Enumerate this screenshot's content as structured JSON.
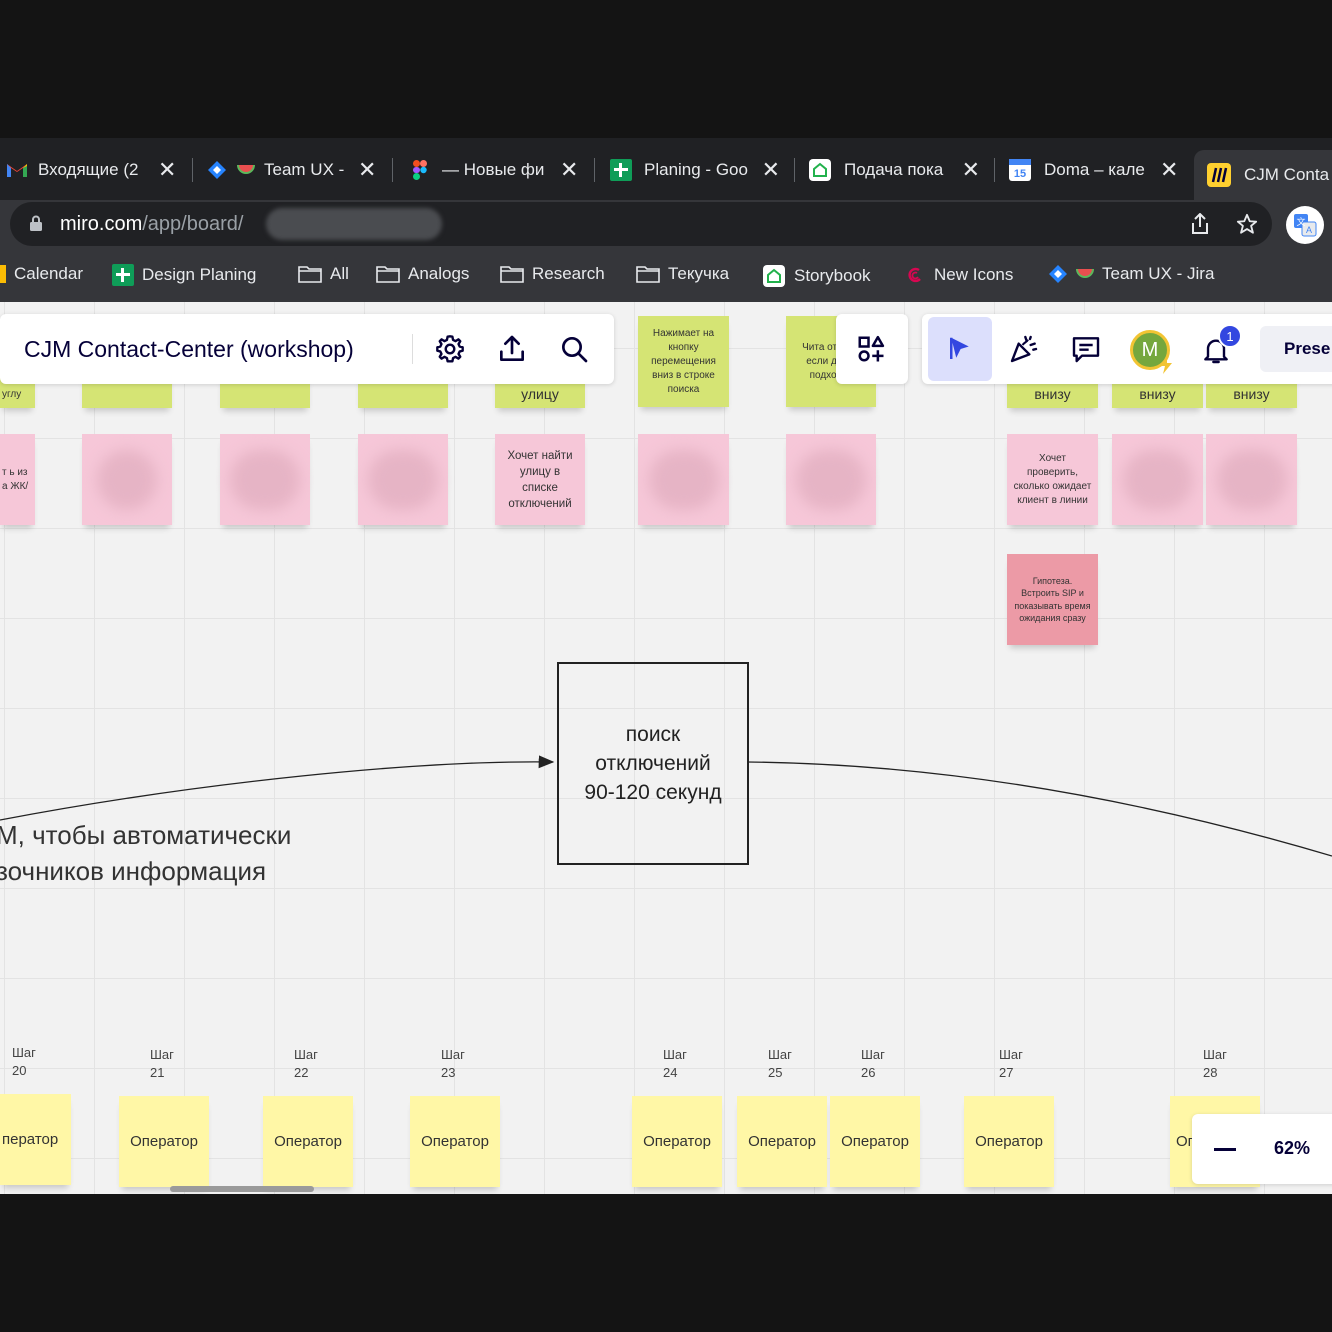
{
  "tabs": [
    {
      "title": "Входящие (2",
      "icon": "gmail-icon"
    },
    {
      "title": "Team UX -",
      "icon": "jira-icon"
    },
    {
      "title": "— Новые фи",
      "icon": "figma-icon"
    },
    {
      "title": "Planing - Goo",
      "icon": "sheets-icon"
    },
    {
      "title": "Подача пока",
      "icon": "home-icon"
    },
    {
      "title": "Doma – кале",
      "icon": "calendar-icon"
    },
    {
      "title": "CJM Conta",
      "icon": "miro-icon"
    }
  ],
  "address": {
    "host": "miro.com",
    "path": "/app/board/"
  },
  "bookmarks": [
    {
      "label": "Calendar"
    },
    {
      "label": "Design Planing"
    },
    {
      "label": "All"
    },
    {
      "label": "Analogs"
    },
    {
      "label": "Research"
    },
    {
      "label": "Текучка"
    },
    {
      "label": "Storybook"
    },
    {
      "label": "New Icons"
    },
    {
      "label": "Team UX - Jira"
    }
  ],
  "board": {
    "title": "CJM Contact-Center (workshop)"
  },
  "toolbar_right": {
    "avatar_letter": "M",
    "notifications": "1",
    "present_label": "Prese"
  },
  "zoom": {
    "level": "62%"
  },
  "stickies": {
    "top_labels": [
      "углу",
      "улицу",
      "внизу",
      "внизу",
      "внизу"
    ],
    "top_green_1": "Нажимает на кнопку перемещения вниз в строке поиска",
    "top_green_2": "Чита отключ если д ули подходит",
    "pink_left": "т ь из а ЖК/",
    "pink_street": "Хочет найти улицу в списке отключений",
    "pink_check": "Хочет проверить, сколько ожидает клиент в линии",
    "hypothesis": "Гипотеза. Встроить SIP и показывать время ожидания сразу"
  },
  "box": {
    "line1": "поиск",
    "line2": "отключений",
    "line3": "90-120 секунд"
  },
  "text": {
    "line1": "М, чтобы автоматически",
    "line2": "зочников информация"
  },
  "steps": [
    {
      "label": "Шаг",
      "num": "20"
    },
    {
      "label": "Шаг",
      "num": "21"
    },
    {
      "label": "Шаг",
      "num": "22"
    },
    {
      "label": "Шаг",
      "num": "23"
    },
    {
      "label": "Шаг",
      "num": "24"
    },
    {
      "label": "Шаг",
      "num": "25"
    },
    {
      "label": "Шаг",
      "num": "26"
    },
    {
      "label": "Шаг",
      "num": "27"
    },
    {
      "label": "Шаг",
      "num": "28"
    }
  ],
  "operators": [
    "ператор",
    "Оператор",
    "Оператор",
    "Оператор",
    "Оператор",
    "Оператор",
    "Оператор",
    "Оператор",
    "Ог"
  ]
}
